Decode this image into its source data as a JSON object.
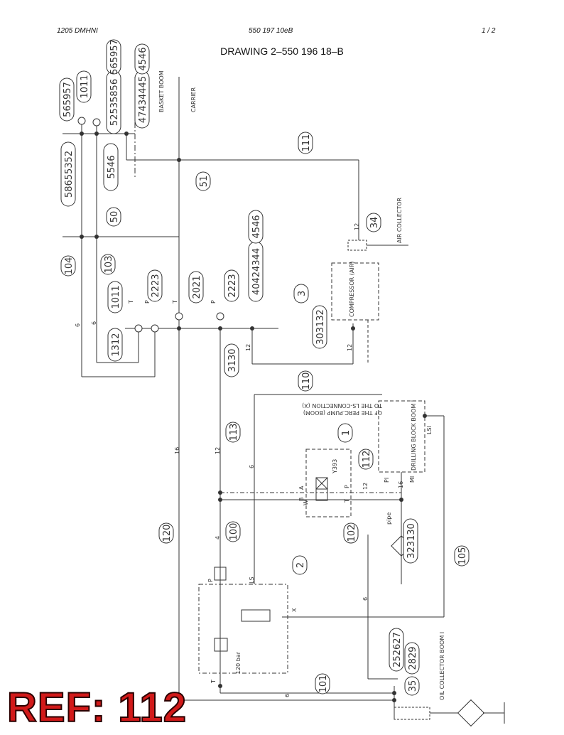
{
  "header": {
    "left": "1205 DMHNI",
    "center": "550 197 10eB",
    "right": "1 /  2"
  },
  "title": "DRAWING 2–550 196 18–B",
  "ref_label": "REF: 112",
  "colors": {
    "line": "#333333",
    "ref": "#d11a1a"
  },
  "labels": {
    "basket_boom": "BASKET BOOM",
    "carrier": "CARRIER",
    "air_collector": "AIR COLLECTOR",
    "compressor": "COMPRESSOR (AIR)",
    "drilling_block": "DRILLING BLOCK BOOM I",
    "oil_collector": "OIL COLLECTOR BOOM I",
    "ls_note_1": "TO THE LS-CONNECTION (X)",
    "ls_note_2": "OF THE PERC.PUMP (BOOM)",
    "valve_code": "Y393",
    "relief_setting": "120 bar",
    "pipe": "pipe"
  },
  "bubbles": {
    "b_5657": "565957",
    "b_1011a": "1011",
    "b_5258": "52535856",
    "b_4746": "47434445",
    "b_5657top": "565957",
    "b_4546top": "4546",
    "b_5865": "58655352",
    "b_5546": "5546",
    "b_111": "111",
    "b_51": "51",
    "b_50": "50",
    "b_34": "34",
    "b_104": "104",
    "b_103": "103",
    "b_1011b": "1011",
    "b_2223a": "2223",
    "b_2021": "2021",
    "b_2223b": "2223",
    "b_4046": "40424344",
    "b_4546": "4546",
    "b_3": "3",
    "b_3032": "303132",
    "b_1312": "1312",
    "b_3130": "3130",
    "b_110": "110",
    "b_1": "1",
    "b_113": "113",
    "b_112": "112",
    "b_120": "120",
    "b_100": "100",
    "b_102": "102",
    "b_3230": "323130",
    "b_105": "105",
    "b_2": "2",
    "b_2527": "252627",
    "b_2829": "2829",
    "b_101": "101",
    "b_35": "35"
  },
  "line_labels": {
    "n6": "6",
    "n12": "12",
    "n16": "16",
    "n4": "4",
    "t": "T",
    "p": "P",
    "a": "A",
    "b": "B",
    "w": "W",
    "x": "X",
    "ls": "LS",
    "lsi": "LSI",
    "pi": "PI",
    "mi": "MI"
  }
}
